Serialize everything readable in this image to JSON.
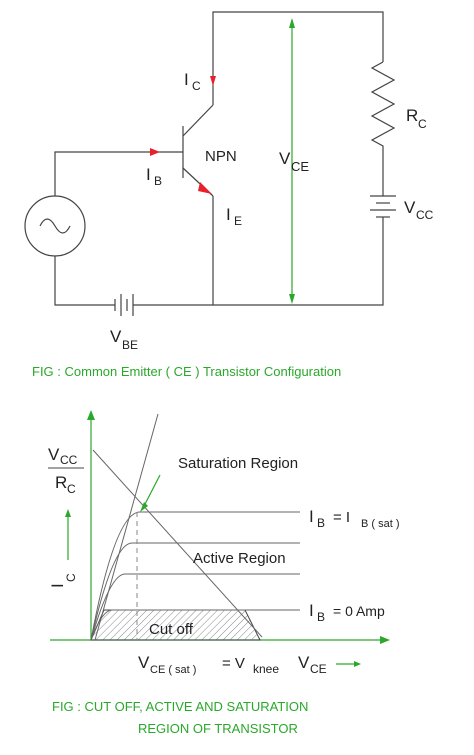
{
  "circuit": {
    "ic": "I",
    "ic_sub": "C",
    "ib": "I",
    "ib_sub": "B",
    "ie": "I",
    "ie_sub": "E",
    "npn": "NPN",
    "vce": "V",
    "vce_sub": "CE",
    "rc": "R",
    "rc_sub": "C",
    "vcc": "V",
    "vcc_sub": "CC",
    "vbe": "V",
    "vbe_sub": "BE",
    "caption": "FIG : Common Emitter ( CE ) Transistor Configuration"
  },
  "graph": {
    "vcc_num": "V",
    "vcc_num_sub": "CC",
    "rc_den": "R",
    "rc_den_sub": "C",
    "saturation": "Saturation Region",
    "active": "Active Region",
    "cutoff": "Cut off",
    "ib_sat_left": "I",
    "ib_sat_left_sub": "B",
    "ib_sat_eq": "= I",
    "ib_sat_right_sub": "B ( sat )",
    "ib_zero_left": "I",
    "ib_zero_left_sub": "B",
    "ib_zero_eq": "= 0 Amp",
    "ic_axis": "I",
    "ic_axis_sub": "C",
    "vce_sat": "V",
    "vce_sat_sub": "CE ( sat )",
    "vce_sat_eq": "= V",
    "vknee_sub": "knee",
    "vce_axis": "V",
    "vce_axis_sub": "CE",
    "caption_line1": "FIG : CUT OFF, ACTIVE AND SATURATION",
    "caption_line2": "REGION OF TRANSISTOR"
  },
  "colors": {
    "arrow_red": "#e8202a",
    "caption_green": "#2aa82a",
    "wire": "#444444"
  }
}
